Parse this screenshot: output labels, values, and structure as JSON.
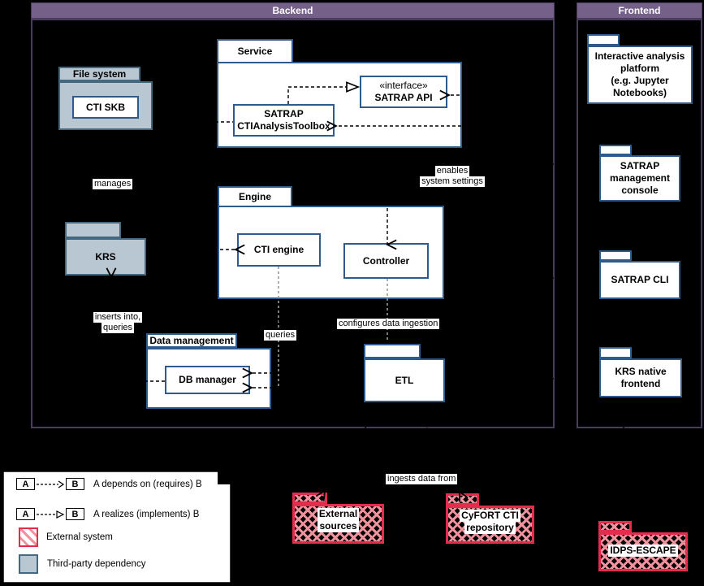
{
  "colors": {
    "purple-fill": "#75608A",
    "purple-border": "#4A3C5C",
    "blue-border": "#2F5B8C",
    "slate-fill": "#B9C7D2",
    "slate-border": "#44697E",
    "red-border": "#E22E4C",
    "red-hatch": "#F2919E",
    "line": "#000000",
    "line-gray": "#9B9B9B",
    "chip-bg": "#FFFFFF"
  },
  "backend": {
    "title": "Backend",
    "file_system": {
      "label": "File system",
      "component": "CTI SKB"
    },
    "service": {
      "label": "Service",
      "api_stereotype": "«interface»",
      "api_name": "SATRAP API",
      "toolbox_line1": "SATRAP",
      "toolbox_line2": "CTIAnalysisToolbox"
    },
    "engine": {
      "label": "Engine",
      "cti_engine": "CTI engine",
      "controller": "Controller"
    },
    "krs": {
      "label": "KRS"
    },
    "data_management": {
      "label": "Data management",
      "db_manager": "DB manager"
    },
    "etl": {
      "label": "ETL"
    }
  },
  "frontend": {
    "title": "Frontend",
    "platform": {
      "lines": [
        "Interactive analysis",
        "platform",
        "(e.g. Jupyter",
        "Notebooks)"
      ]
    },
    "console": {
      "lines": [
        "SATRAP",
        "management",
        "console"
      ]
    },
    "cli": {
      "label": "SATRAP CLI"
    },
    "krs_native": {
      "lines": [
        "KRS native",
        "frontend"
      ]
    }
  },
  "edge_labels": {
    "manages": "manages",
    "enables_line1": "enables",
    "enables_line2": "system settings",
    "inserts_line1": "inserts into,",
    "inserts_line2": "queries",
    "queries": "queries",
    "configures": "configures data ingestion",
    "ingests": "ingests data from"
  },
  "external": {
    "sources": {
      "lines": [
        "External",
        "sources"
      ]
    },
    "cyfort": {
      "lines": [
        "CyFORT CTI",
        "repository"
      ]
    },
    "idps": {
      "label": "IDPS-ESCAPE"
    }
  },
  "legend": {
    "a": "A",
    "b": "B",
    "depends": "A depends on (requires) B",
    "realizes": "A realizes (implements) B",
    "external": "External system",
    "third_party": "Third-party dependency"
  }
}
